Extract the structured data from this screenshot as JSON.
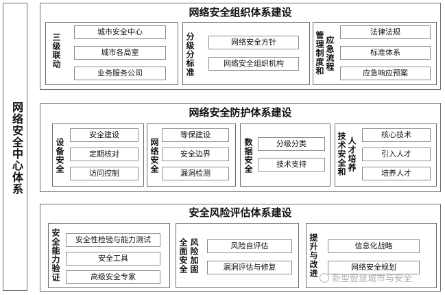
{
  "main_title": "网络安全中心体系",
  "org": {
    "title": "网络安全组织体系建设",
    "groups": [
      {
        "label": "三级联动",
        "items": [
          "城市安全中心",
          "城市各局室",
          "业务服务公司"
        ]
      },
      {
        "label": "分级分标准",
        "items": [
          "网络安全方针",
          "网络安全组织机构"
        ]
      },
      {
        "label_col1": "管理制度和",
        "label_col2": "应急流程",
        "items": [
          "法律法规",
          "标准体系",
          "应急响应预案"
        ]
      }
    ]
  },
  "protect": {
    "title": "网络安全防护体系建设",
    "groups": [
      {
        "label": "设备安全",
        "items": [
          "安全建设",
          "定期核对",
          "访问控制"
        ]
      },
      {
        "label": "网络安全",
        "items": [
          "等保建设",
          "安全边界",
          "漏洞检测"
        ]
      },
      {
        "label": "数据安全",
        "items": [
          "分级分类",
          "技术支持"
        ]
      },
      {
        "label_col1": "技术安全和",
        "label_col2": "人才培养",
        "items": [
          "核心技术",
          "引入人才",
          "培养人才"
        ]
      }
    ]
  },
  "risk": {
    "title": "安全风险评估体系建设",
    "groups": [
      {
        "label": "安全能力验证",
        "items": [
          "安全性检验与能力测试",
          "安全工具",
          "高级安全专家"
        ]
      },
      {
        "label_col1": "全面安全",
        "label_col2": "风险加固",
        "items": [
          "风险自评估",
          "漏洞评估与修复"
        ]
      },
      {
        "label": "提升与改进",
        "items": [
          "信息化战略",
          "网络安全规划"
        ]
      }
    ]
  },
  "watermark": "新型智慧城市与安全",
  "icons": {
    "watermark": "wechat-logo-icon"
  }
}
